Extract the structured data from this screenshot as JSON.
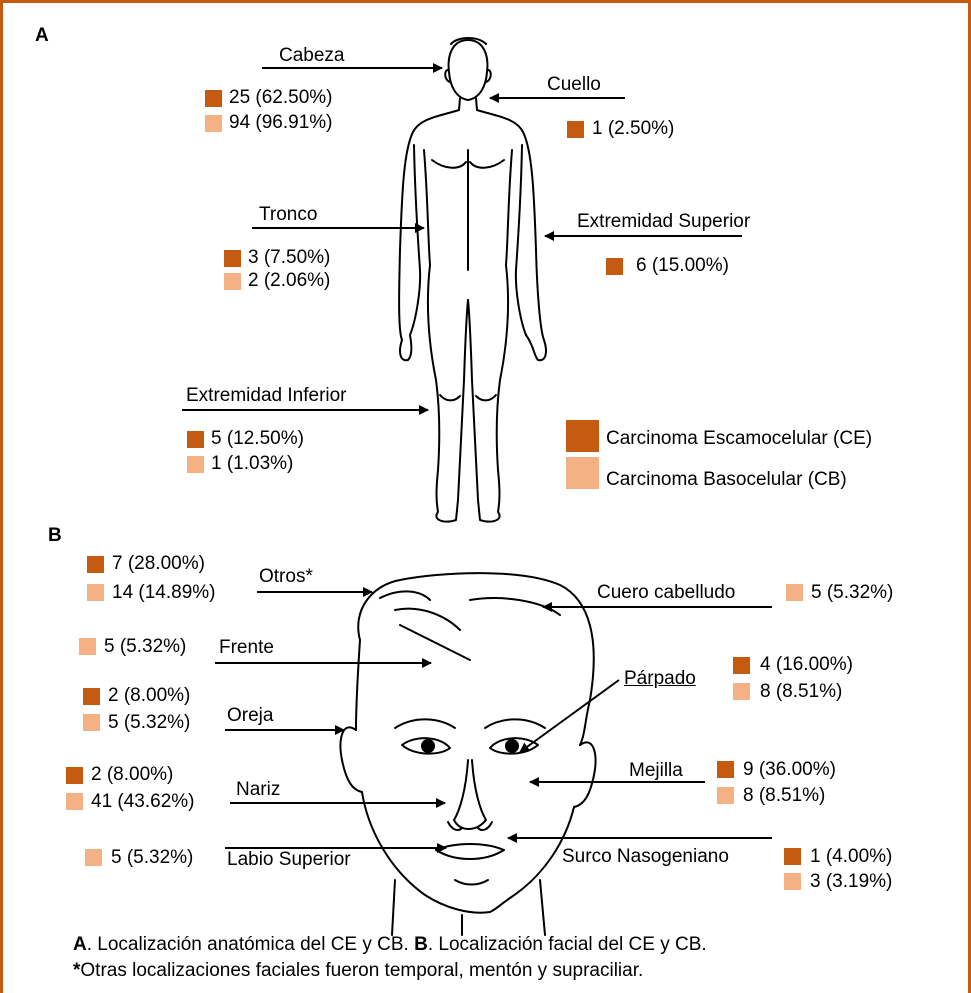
{
  "colors": {
    "frame": "#c55a11",
    "ce": "#c55a11",
    "cb": "#f4b183"
  },
  "panel_a": {
    "label": "A",
    "regions": {
      "head": {
        "name": "Cabeza",
        "ce": "25 (62.50%)",
        "cb": "94 (96.91%)"
      },
      "neck": {
        "name": "Cuello",
        "ce": "1 (2.50%)"
      },
      "trunk": {
        "name": "Tronco",
        "ce": "3 (7.50%)",
        "cb": "2 (2.06%)"
      },
      "upper": {
        "name": "Extremidad Superior",
        "ce": "6 (15.00%)"
      },
      "lower": {
        "name": "Extremidad Inferior",
        "ce": "5 (12.50%)",
        "cb": "1 (1.03%)"
      }
    },
    "legend": {
      "ce": "Carcinoma Escamocelular (CE)",
      "cb": "Carcinoma Basocelular (CB)"
    }
  },
  "panel_b": {
    "label": "B",
    "regions": {
      "otros": {
        "name": "Otros*",
        "ce": "7 (28.00%)",
        "cb": "14 (14.89%)"
      },
      "cuero": {
        "name": "Cuero cabelludo",
        "cb": "5 (5.32%)"
      },
      "frente": {
        "name": "Frente",
        "cb": "5 (5.32%)"
      },
      "parpado": {
        "name": "Párpado",
        "ce": "4 (16.00%)",
        "cb": "8 (8.51%)"
      },
      "oreja": {
        "name": "Oreja",
        "ce": "2 (8.00%)",
        "cb": "5 (5.32%)"
      },
      "mejilla": {
        "name": "Mejilla",
        "ce": "9 (36.00%)",
        "cb": "8 (8.51%)"
      },
      "nariz": {
        "name": "Nariz",
        "ce": "2 (8.00%)",
        "cb": "41 (43.62%)"
      },
      "labio": {
        "name": "Labio Superior",
        "cb": "5 (5.32%)"
      },
      "surco": {
        "name": "Surco Nasogeniano",
        "ce": "1 (4.00%)",
        "cb": "3 (3.19%)"
      }
    }
  },
  "caption": {
    "a_bold": "A",
    "a_text": ". Localización anatómica del CE y CB. ",
    "b_bold": "B",
    "b_text": ". Localización facial del CE y CB.",
    "note_star": "*",
    "note_text": "Otras localizaciones faciales fueron temporal, mentón y supraciliar."
  }
}
